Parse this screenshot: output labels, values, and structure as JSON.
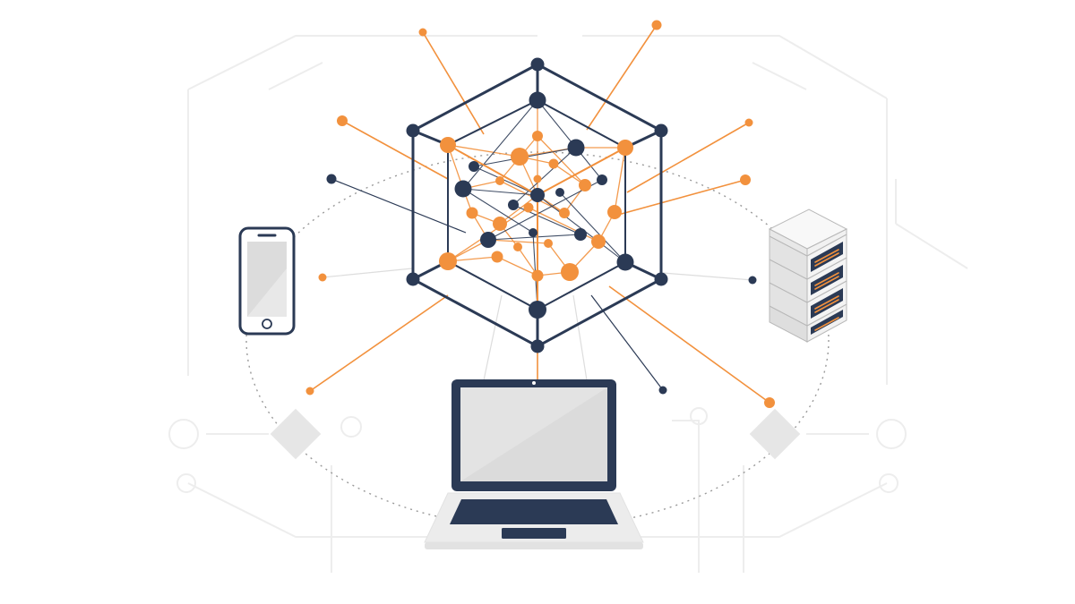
{
  "colors": {
    "navy": "#2b3a55",
    "orange": "#f2913d",
    "faint": "#ececec",
    "device_fill": "#e4e4e4",
    "device_fill_light": "#f3f3f3",
    "dotted_ring": "#9a9a9a"
  },
  "diagram": {
    "hub": {
      "kind": "cube-network",
      "icon": "network-cube-icon"
    },
    "devices": [
      {
        "id": "smartphone",
        "icon": "smartphone-icon"
      },
      {
        "id": "laptop",
        "icon": "laptop-icon"
      },
      {
        "id": "server",
        "icon": "server-rack-icon"
      }
    ],
    "decorations": [
      {
        "id": "background-circuit",
        "icon": "circuit-lines-icon"
      },
      {
        "id": "orbit",
        "icon": "dotted-orbit-icon"
      },
      {
        "id": "diamond-left",
        "icon": "diamond-icon"
      },
      {
        "id": "diamond-right",
        "icon": "diamond-icon"
      }
    ]
  }
}
